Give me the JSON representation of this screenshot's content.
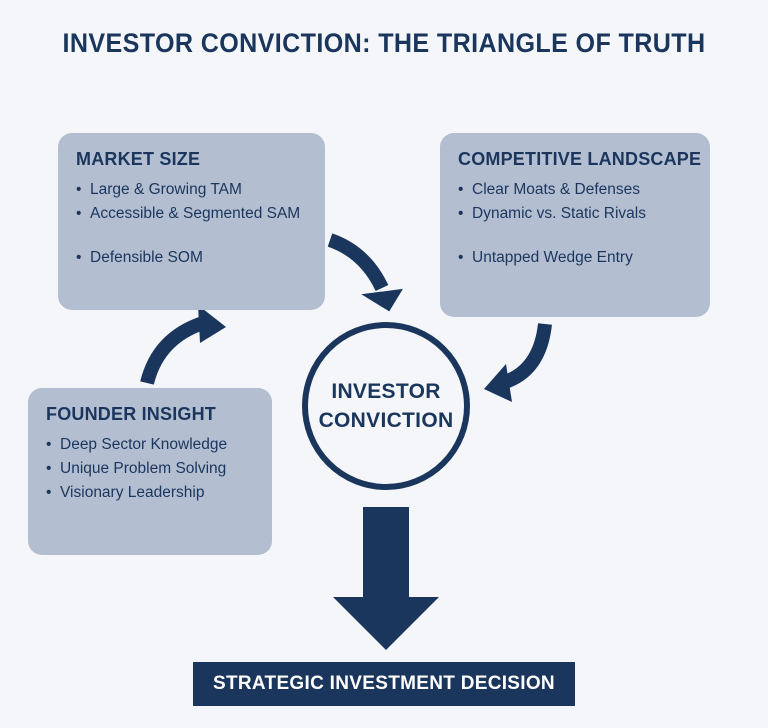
{
  "title": "INVESTOR CONVICTION: THE TRIANGLE OF TRUTH",
  "market": {
    "title": "MARKET SIZE",
    "items": [
      "Large & Growing TAM",
      "Accessible & Segmented SAM",
      "Defensible SOM"
    ]
  },
  "competitive": {
    "title": "COMPETITIVE LANDSCAPE",
    "items": [
      "Clear Moats & Defenses",
      "Dynamic vs. Static Rivals",
      "Untapped Wedge Entry"
    ]
  },
  "founder": {
    "title": "FOUNDER INSIGHT",
    "items": [
      "Deep Sector Knowledge",
      "Unique Problem Solving",
      "Visionary Leadership"
    ]
  },
  "center": {
    "line1": "INVESTOR",
    "line2": "CONVICTION"
  },
  "decision": {
    "label": "STRATEGIC INVESTMENT DECISION"
  },
  "colors": {
    "navy": "#1b365d",
    "box_fill": "#b3bed1",
    "background": "#f4f6f9"
  }
}
